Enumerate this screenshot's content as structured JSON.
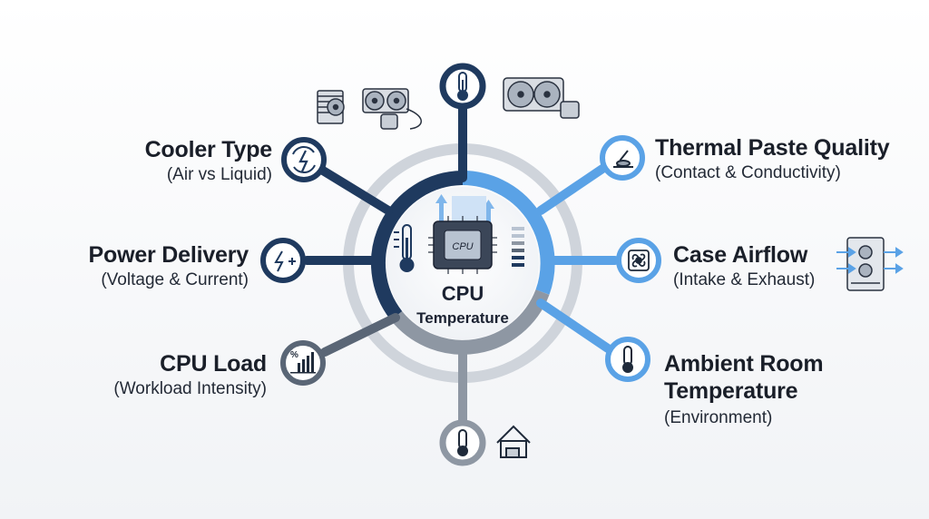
{
  "center": {
    "title": "CPU",
    "subtitle": "Temperature",
    "chip_label": "CPU"
  },
  "factors": {
    "cooler_type": {
      "title": "Cooler Type",
      "subtitle": "(Air vs Liquid)"
    },
    "power_delivery": {
      "title": "Power Delivery",
      "subtitle": "(Voltage & Current)"
    },
    "cpu_load": {
      "title": "CPU Load",
      "subtitle": "(Workload Intensity)"
    },
    "thermal_paste": {
      "title": "Thermal Paste Quality",
      "subtitle": "(Contact & Conductivity)"
    },
    "case_airflow": {
      "title": "Case Airflow",
      "subtitle": "(Intake & Exhaust)"
    },
    "ambient": {
      "title_line1": "Ambient Room",
      "title_line2": "Temperature",
      "subtitle": "(Environment)"
    }
  },
  "icons": {
    "cooler_type": "lightning-cycle-icon",
    "power_delivery": "lightning-plus-icon",
    "cpu_load": "percent-bars-icon",
    "thermal_paste": "paste-spreader-icon",
    "case_airflow": "fan-icon",
    "ambient": "thermometer-icon",
    "top": "thermometer-icon",
    "bottom": "thermometer-icon"
  },
  "colors": {
    "navy": "#1f3a5f",
    "light_blue": "#5aa2e6",
    "gray": "#8e97a3",
    "slate": "#5a6676"
  }
}
